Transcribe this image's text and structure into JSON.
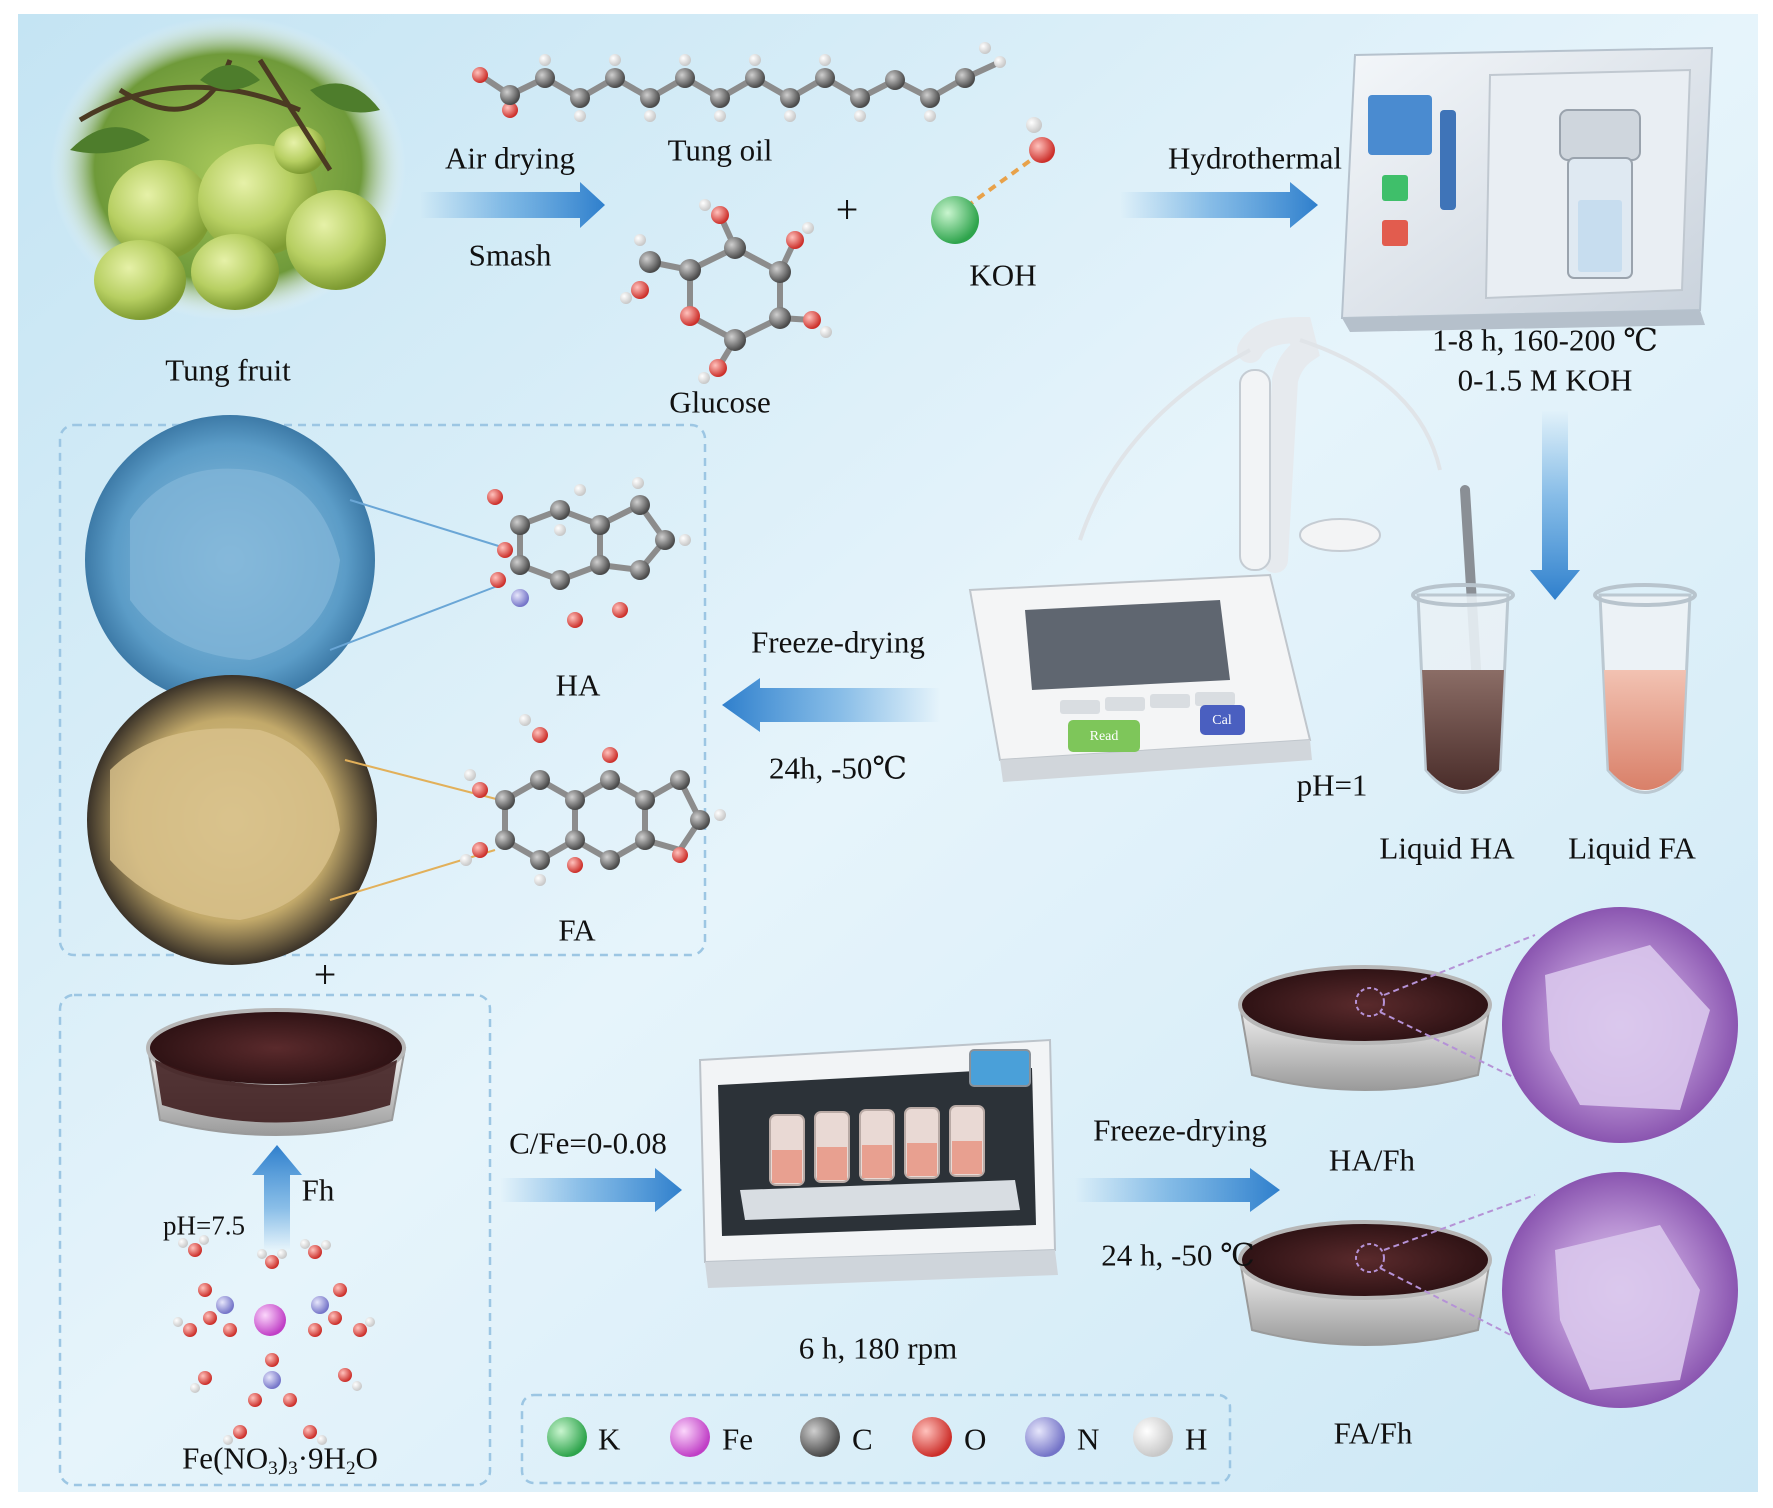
{
  "labels": {
    "tung_fruit": "Tung fruit",
    "air_drying": "Air drying",
    "smash": "Smash",
    "tung_oil": "Tung oil",
    "plus": "+",
    "glucose": "Glucose",
    "koh": "KOH",
    "hydrothermal": "Hydrothermal",
    "hydro_cond_1": "1-8 h, 160-200 ℃",
    "hydro_cond_2": "0-1.5 M KOH",
    "ph_1": "pH=1",
    "liquid_ha": "Liquid HA",
    "liquid_fa": "Liquid FA",
    "freeze_drying_1": "Freeze-drying",
    "freeze_cond_1": "24h, -50℃",
    "ha": "HA",
    "fa": "FA",
    "fh": "Fh",
    "ph_75": "pH=7.5",
    "fe_pre": "Fe(NO",
    "fe_sub1": "3",
    "fe_mid": ")",
    "fe_sub2": "3",
    "fe_mid2": "·9H",
    "fe_sub3": "2",
    "fe_post": "O",
    "cfe": "C/Fe=0-0.08",
    "shaker_cond": "6 h, 180 rpm",
    "freeze_drying_2": "Freeze-drying",
    "freeze_cond_2": "24 h, -50 ℃",
    "ha_fh": "HA/Fh",
    "fa_fh": "FA/Fh",
    "meter_read": "Read",
    "meter_cal": "Cal"
  },
  "legend": [
    {
      "symbol": "K",
      "color": "#4fc36b"
    },
    {
      "symbol": "Fe",
      "color": "#d46ad8"
    },
    {
      "symbol": "C",
      "color": "#6e6e6e"
    },
    {
      "symbol": "O",
      "color": "#e0524c"
    },
    {
      "symbol": "N",
      "color": "#8f8fd8"
    },
    {
      "symbol": "H",
      "color": "#f2f2f2"
    }
  ],
  "colors": {
    "background": "#cfe9f6",
    "arrow": "#3f92d8",
    "ha_sem": "#6aa9cf",
    "fa_sem": "#c9b57f",
    "composite_sem": "#a978c4",
    "fh_powder": "#3d1a1c",
    "liquid_ha": "#6b4a46",
    "liquid_fa": "#e8a08e"
  }
}
